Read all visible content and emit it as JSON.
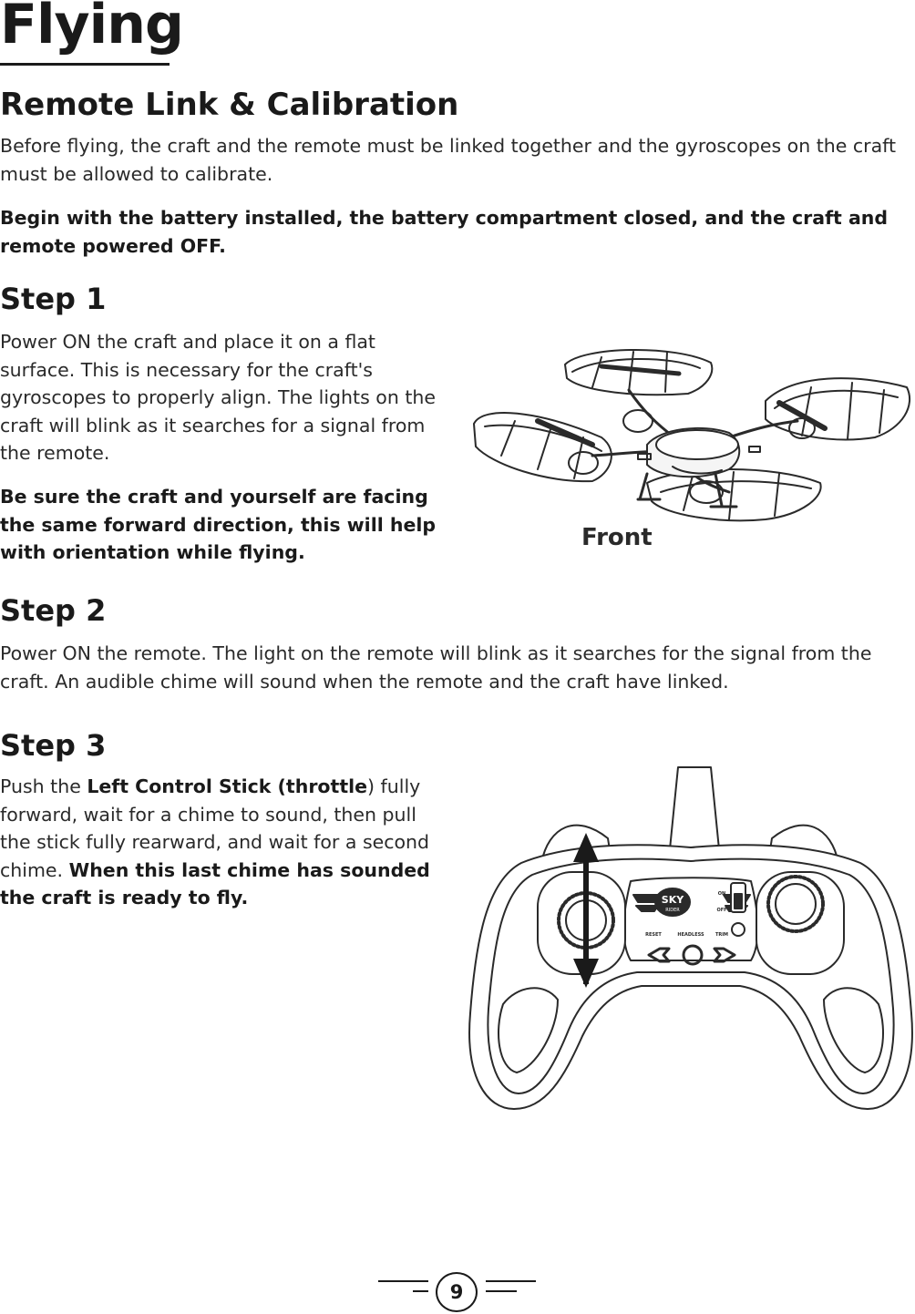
{
  "page": {
    "title": "Flying",
    "section_heading": "Remote Link & Calibration",
    "intro": "Before flying, the craft and the remote must be linked together and the gyroscopes on the craft must be allowed to calibrate.",
    "precondition": "Begin with the battery installed, the battery compartment closed, and the craft and remote powered OFF.",
    "page_number": "9"
  },
  "step1": {
    "heading": "Step 1",
    "body": "Power ON the craft and place it on a flat surface. This is necessary for the craft's gyroscopes to properly align. The lights on the craft will blink as it searches for a signal from the remote.",
    "tip": "Be sure the craft and yourself are facing the same forward direction, this will help with orientation while flying.",
    "figure_label": "Front"
  },
  "step2": {
    "heading": "Step 2",
    "body": "Power ON the remote. The light on the remote will blink as it searches for the signal from the craft. An audible chime will sound when the remote and the craft have linked."
  },
  "step3": {
    "heading": "Step 3",
    "text_before": "Push the ",
    "stick_name": "Left Control Stick (throttle",
    "text_middle": ") fully forward, wait for a chime to sound, then pull the stick fully rearward, and wait for a second chime. ",
    "ready_note": "When this last chime has sounded the craft is ready to fly."
  },
  "remote_labels": {
    "logo_top": "SKY",
    "logo_bottom": "RIDER",
    "power_on": "ON",
    "power_off": "OFF",
    "reset": "RESET",
    "headless": "HEADLESS",
    "trim": "TRIM"
  }
}
